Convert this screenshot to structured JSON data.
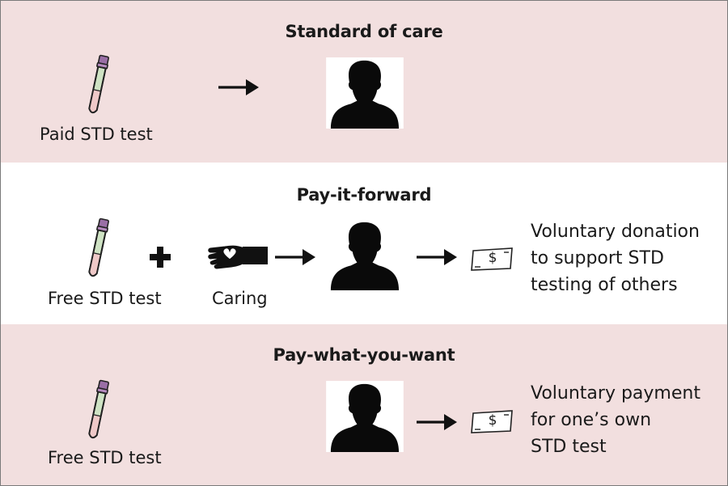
{
  "panels": {
    "standard": {
      "title": "Standard of care",
      "test_label": "Paid STD test"
    },
    "pay_it_forward": {
      "title": "Pay-it-forward",
      "test_label": "Free STD test",
      "caring_label": "Caring",
      "description": [
        "Voluntary donation",
        "to support STD",
        "testing of others"
      ]
    },
    "pay_what_you_want": {
      "title": "Pay-what-you-want",
      "test_label": "Free STD test",
      "description": [
        "Voluntary payment",
        "for one’s own",
        "STD test"
      ]
    }
  },
  "money_symbol": "$",
  "colors": {
    "panel_pink": "#f2dfdf",
    "tube_cap": "#9a6fa6",
    "tube_upper": "#cfe3c4",
    "tube_lower": "#efc9c8"
  },
  "icons": [
    "test-tube-icon",
    "arrow-right-icon",
    "person-silhouette-icon",
    "plus-icon",
    "caring-hand-heart-icon",
    "money-bill-icon"
  ]
}
